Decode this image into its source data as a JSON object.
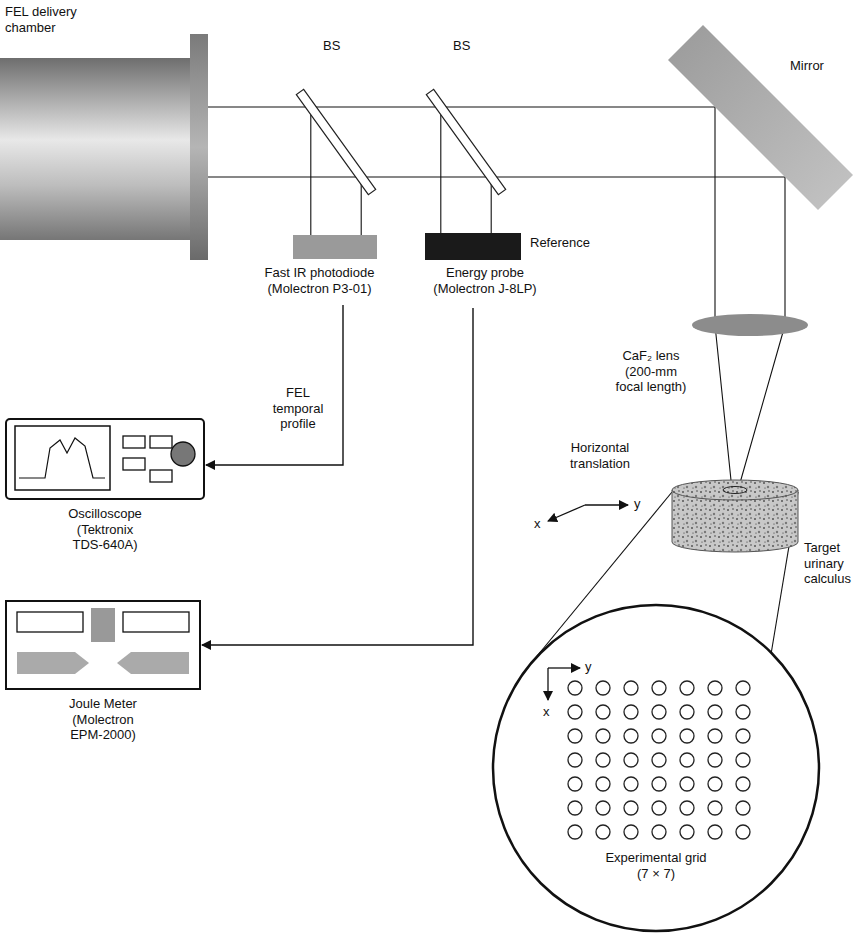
{
  "diagram": {
    "nodes": [
      {
        "text": [
          "FEL delivery chamber"
        ]
      },
      {
        "text": [
          "BS"
        ]
      },
      {
        "text": [
          "BS"
        ]
      },
      {
        "text": [
          "Mirror"
        ]
      },
      {
        "text": [
          "Fast IR photodiode (Molectron P3-01)"
        ]
      },
      {
        "text": [
          "Reference",
          "Energy probe (Molectron J-8LP)"
        ]
      },
      {
        "text": [
          "CaF₂ lens (200-mm focal length)"
        ]
      },
      {
        "text": [
          "Target urinary calculus"
        ]
      },
      {
        "text": [
          "Oscilloscope (Tektronix TDS-640A)"
        ]
      },
      {
        "text": [
          "Joule Meter (Molectron EPM-2000)"
        ]
      },
      {
        "text": [
          "Experimental grid (7 × 7)"
        ]
      }
    ],
    "edges": [
      {
        "from": 0,
        "to": 1,
        "arrow": "none"
      },
      {
        "from": 1,
        "to": 2,
        "arrow": "none"
      },
      {
        "from": 2,
        "to": 3,
        "arrow": "none"
      },
      {
        "from": 3,
        "to": 6,
        "arrow": "none"
      },
      {
        "from": 6,
        "to": 7,
        "arrow": "none"
      },
      {
        "from": 1,
        "to": 4,
        "arrow": "none"
      },
      {
        "from": 2,
        "to": 5,
        "arrow": "none"
      },
      {
        "from": 4,
        "to": 8,
        "label": "FEL temporal profile",
        "arrow": "to"
      },
      {
        "from": 5,
        "to": 9,
        "arrow": "to"
      },
      {
        "from": 7,
        "to": 10,
        "arrow": "none"
      },
      {
        "from": 7,
        "to": 10,
        "arrow": "none"
      }
    ],
    "labels": [
      "Horizontal translation",
      "y",
      "x",
      "y",
      "x"
    ]
  }
}
